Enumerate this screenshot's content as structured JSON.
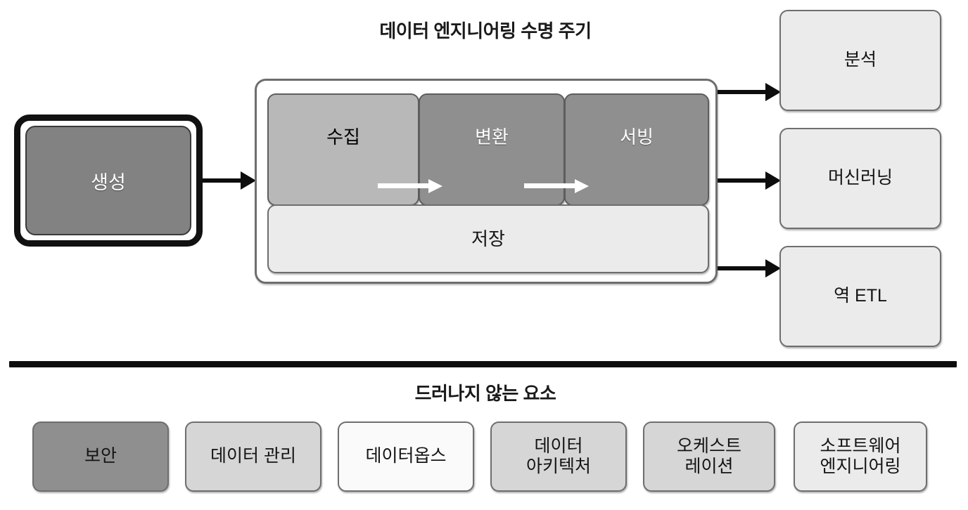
{
  "diagram": {
    "lifecycle_title": "데이터 엔지니어링 수명 주기",
    "undercurrents_title": "드러나지 않는 요소"
  },
  "source": {
    "label": "생성"
  },
  "lifecycle": {
    "stages": [
      {
        "label": "수집",
        "shade": "#b8b8b8"
      },
      {
        "label": "변환",
        "shade": "#8f8f8f"
      },
      {
        "label": "서빙",
        "shade": "#8f8f8f"
      }
    ],
    "storage": {
      "label": "저장",
      "shade": "#ebebeb"
    }
  },
  "outputs": [
    {
      "label": "분석"
    },
    {
      "label": "머신러닝"
    },
    {
      "label": "역 ETL"
    }
  ],
  "undercurrents": [
    {
      "line1": "보안",
      "line2": ""
    },
    {
      "line1": "데이터 관리",
      "line2": ""
    },
    {
      "line1": "데이터옵스",
      "line2": ""
    },
    {
      "line1": "데이터",
      "line2": "아키텍처"
    },
    {
      "line1": "오케스트",
      "line2": "레이션"
    },
    {
      "line1": "소프트웨어",
      "line2": "엔지니어링"
    }
  ],
  "colors": {
    "dark_gray": "#8f8f8f",
    "mid_gray": "#b8b8b8",
    "light_gray": "#d6d6d6",
    "pale_gray": "#ebebeb",
    "near_white": "#fafafa",
    "outline": "#6e6e6e",
    "black": "#0d0d0d"
  }
}
